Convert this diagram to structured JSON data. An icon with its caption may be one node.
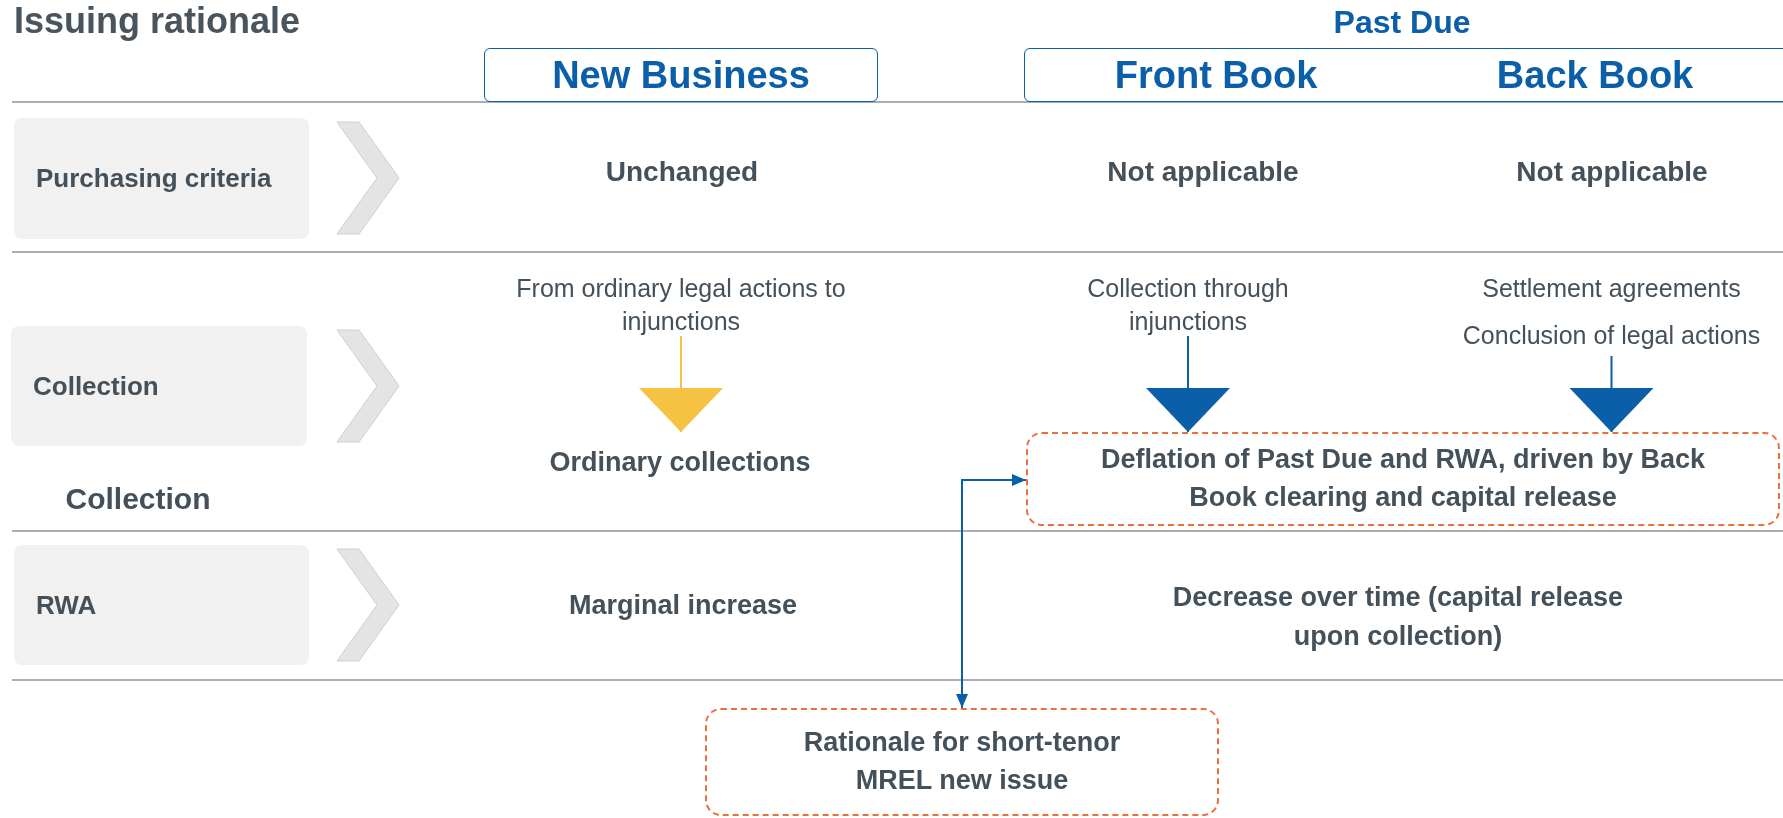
{
  "diagram": {
    "title": "Issuing rationale",
    "nodes": [
      {
        "text": [
          "Purchasing criteria"
        ]
      },
      {
        "text": [
          "Collection"
        ]
      },
      {
        "text": [
          "RWA"
        ]
      },
      {
        "text": [
          "New Business"
        ]
      },
      {
        "text": [
          "Front Book",
          "Back Book"
        ],
        "beside": [
          "Past Due"
        ]
      },
      {
        "text": [
          "From ordinary legal actions to injunctions"
        ]
      },
      {
        "text": [
          "Ordinary collections"
        ]
      },
      {
        "text": [
          "Collection through injunctions"
        ]
      },
      {
        "text": [
          "Settlement agreements",
          "Conclusion of legal actions"
        ]
      },
      {
        "text": [
          "Deflation of Past Due and RWA, driven by Back Book clearing and capital release"
        ]
      },
      {
        "text": [
          "Rationale for short-tenor MREL new issue"
        ]
      }
    ],
    "edges": [
      {
        "from": 5,
        "to": 6,
        "arrow": "to",
        "color": "#f5c242"
      },
      {
        "from": 7,
        "to": 9,
        "arrow": "to"
      },
      {
        "from": 8,
        "to": 9,
        "arrow": "to"
      },
      {
        "from": 10,
        "to": 9,
        "arrow": "both"
      }
    ],
    "labels": [
      "Unchanged",
      "Not applicable",
      "Not applicable",
      "Collection",
      "Marginal increase",
      "Decrease over time (capital release upon collection)"
    ]
  }
}
